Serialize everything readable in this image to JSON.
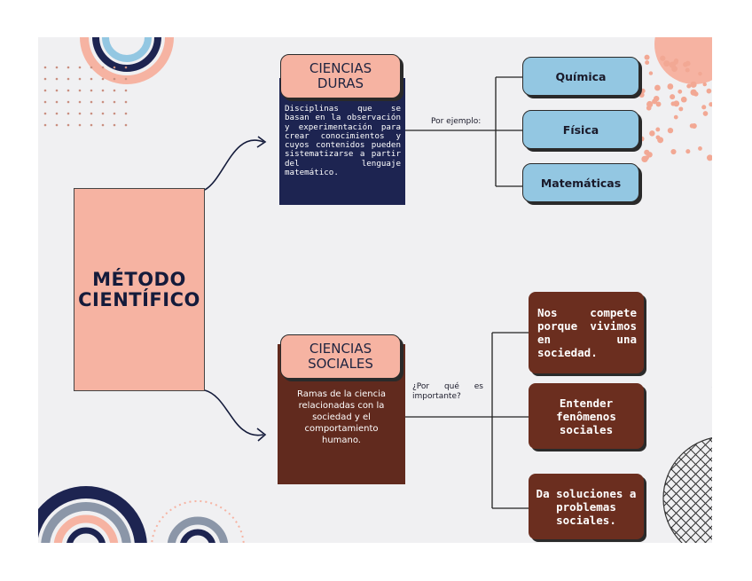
{
  "main": {
    "title": "MÉTODO\nCIENTÍFICO"
  },
  "duras": {
    "title": "CIENCIAS\nDURAS",
    "description": "Disciplinas que se basan en la observación y experimentación para crear conocimientos y cuyos contenidos pueden sistematizarse a partir del lenguaje matemático.",
    "connector_label": "Por ejemplo:",
    "items": [
      "Química",
      "Física",
      "Matemáticas"
    ]
  },
  "sociales": {
    "title": "CIENCIAS\nSOCIALES",
    "description": "Ramas de la ciencia relacionadas con la sociedad y el comportamiento humano.",
    "connector_label": "¿Por qué es importante?",
    "items": [
      "Nos compete porque vivimos en una sociedad.",
      "Entender fenômenos sociales",
      "Da soluciones a problemas sociales."
    ]
  },
  "colors": {
    "peach": "#f6b3a2",
    "navy": "#1d2451",
    "brown": "#6b2e1f",
    "light_blue": "#93c7e2",
    "background": "#f0f0f2"
  }
}
